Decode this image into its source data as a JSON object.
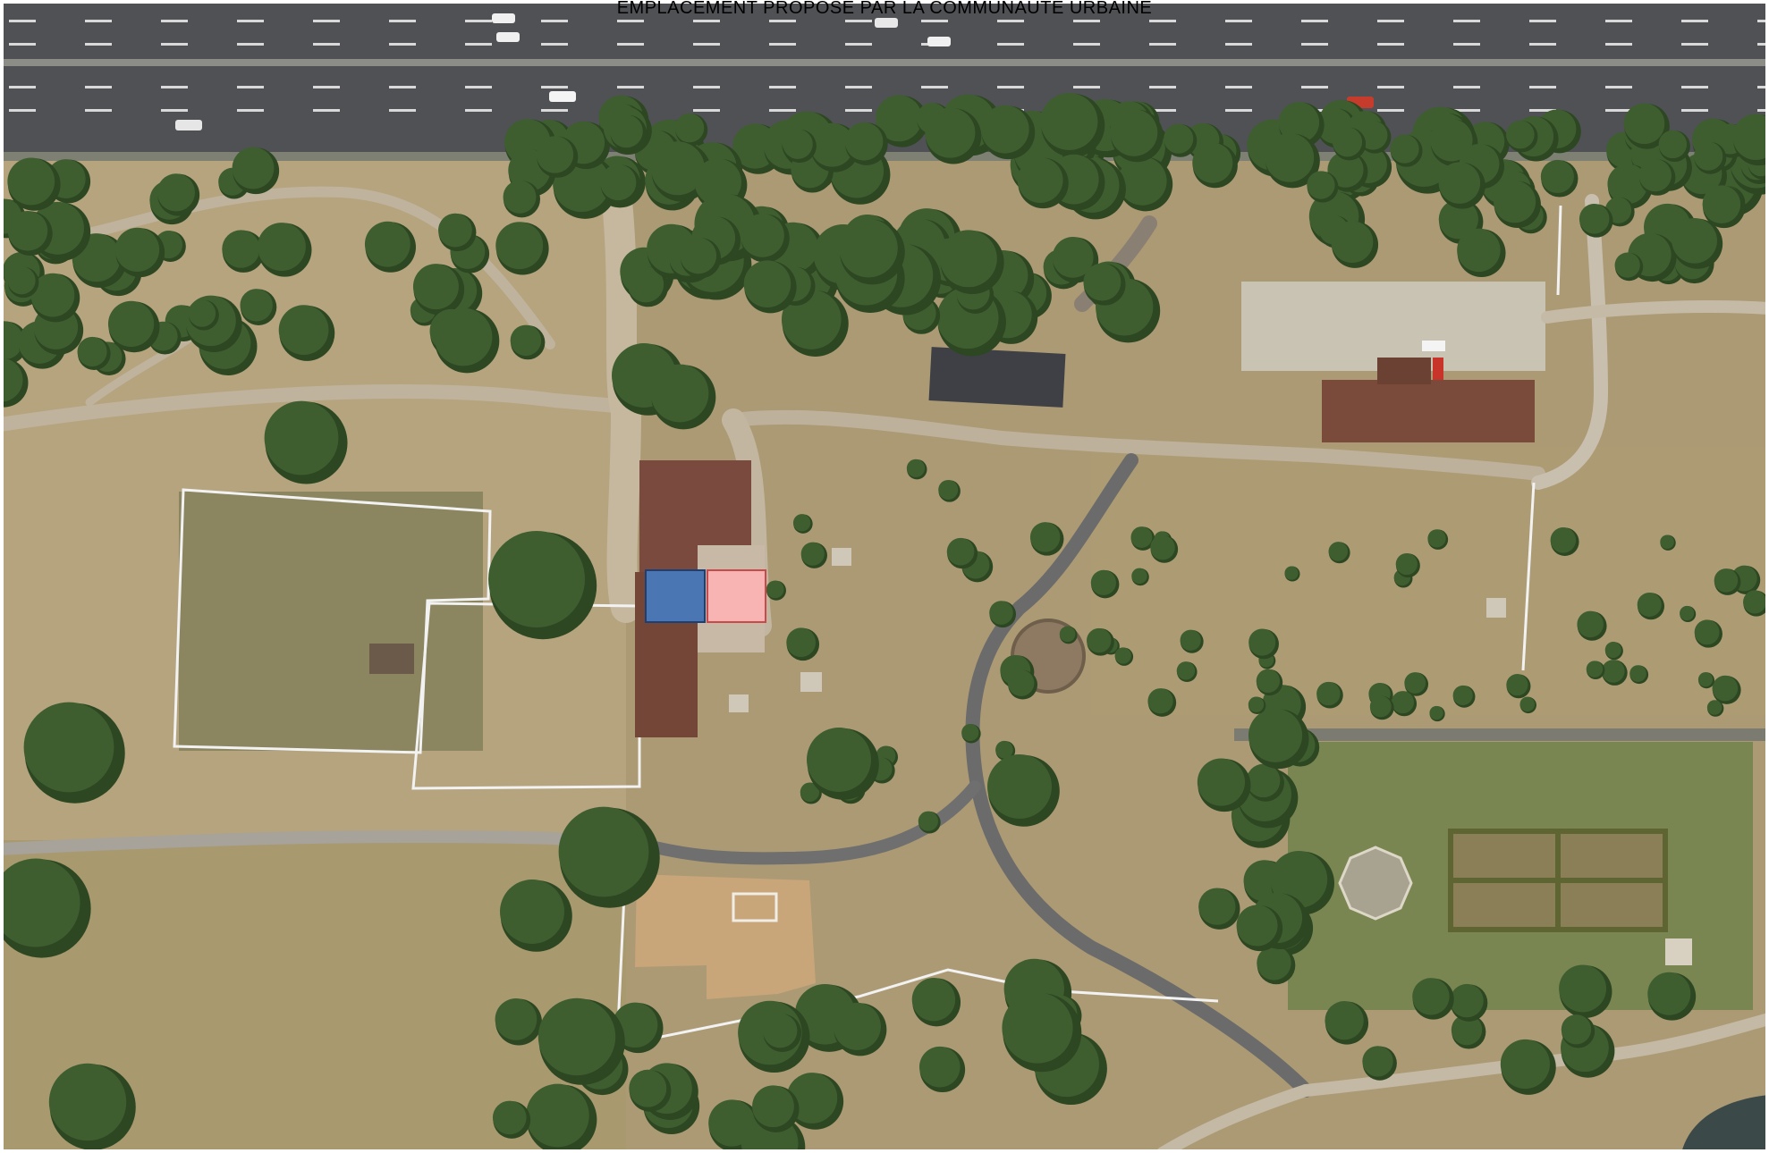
{
  "map": {
    "title": "EMPLACEMENT PROPOSÉ PAR LA COMMUNAUTÉ URBAINE",
    "colors": {
      "grass": "#b4a179",
      "grass_dark": "#a89570",
      "road": "#4d4f52",
      "path": "#b9ad97",
      "tree": "#3f5e30",
      "tree_dark": "#2c4721",
      "roof": "#7b4a3e",
      "roof_dark": "#3f4046",
      "lawn": "#7b8a56",
      "fence": "#f0f0f0"
    },
    "markers": [
      {
        "name": "marker-blue",
        "color": "#4a77b4",
        "stroke": "#1f3f73"
      },
      {
        "name": "marker-pink",
        "color": "#f8b3b3",
        "stroke": "#c84a4a"
      }
    ]
  }
}
